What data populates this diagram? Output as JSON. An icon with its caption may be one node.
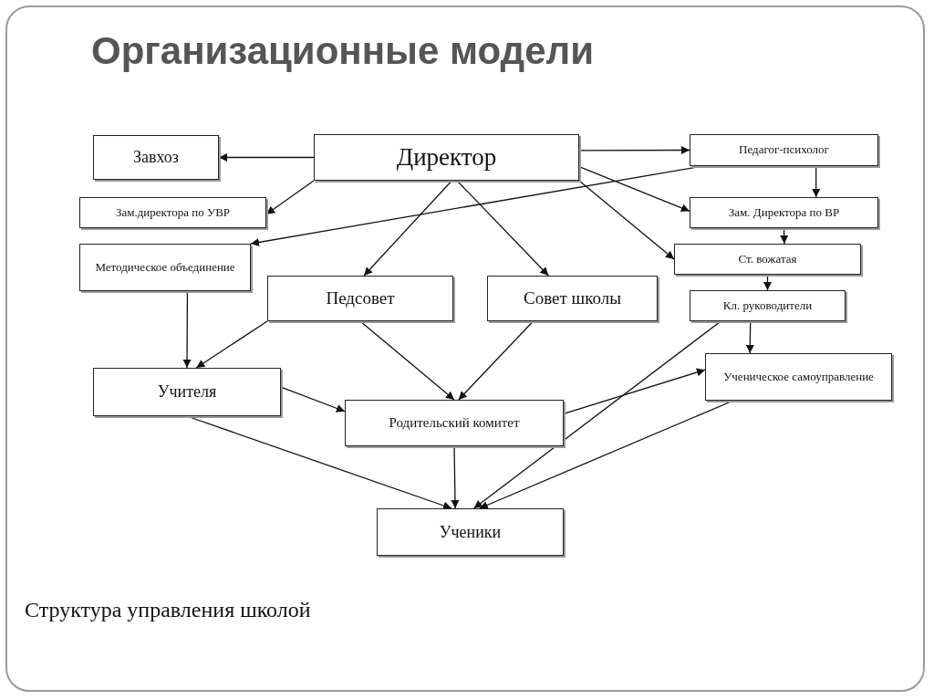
{
  "diagram": {
    "title": "Организационные модели",
    "caption": "Структура управления школой",
    "nodes": [
      {
        "text": [
          "Завхоз"
        ]
      },
      {
        "text": [
          "Директор"
        ]
      },
      {
        "text": [
          "Педагог-психолог"
        ]
      },
      {
        "text": [
          "Зам.директора по УВР"
        ]
      },
      {
        "text": [
          "Зам. Директора по ВР"
        ]
      },
      {
        "text": [
          "Методическое объединение"
        ]
      },
      {
        "text": [
          "Ст. вожатая"
        ]
      },
      {
        "text": [
          "Педсовет"
        ]
      },
      {
        "text": [
          "Совет школы"
        ]
      },
      {
        "text": [
          "Кл. руководители"
        ]
      },
      {
        "text": [
          "Ученическое самоуправление"
        ]
      },
      {
        "text": [
          "Учителя"
        ]
      },
      {
        "text": [
          "Родительский комитет"
        ]
      },
      {
        "text": [
          "Ученики"
        ]
      }
    ],
    "edges": [
      {
        "from": 1,
        "to": 0,
        "arrow": "to"
      },
      {
        "from": 1,
        "to": 3,
        "arrow": "to"
      },
      {
        "from": 1,
        "to": 2,
        "arrow": "to"
      },
      {
        "from": 2,
        "to": 5,
        "arrow": "to"
      },
      {
        "from": 1,
        "to": 4,
        "arrow": "to"
      },
      {
        "from": 1,
        "to": 6,
        "arrow": "to"
      },
      {
        "from": 1,
        "to": 7,
        "arrow": "to"
      },
      {
        "from": 1,
        "to": 8,
        "arrow": "to"
      },
      {
        "from": 2,
        "to": 4,
        "arrow": "to"
      },
      {
        "from": 4,
        "to": 6,
        "arrow": "to"
      },
      {
        "from": 6,
        "to": 9,
        "arrow": "to"
      },
      {
        "from": 9,
        "to": 10,
        "arrow": "to"
      },
      {
        "from": 5,
        "to": 11,
        "arrow": "to"
      },
      {
        "from": 7,
        "to": 11,
        "arrow": "to"
      },
      {
        "from": 7,
        "to": 12,
        "arrow": "to"
      },
      {
        "from": 8,
        "to": 12,
        "arrow": "to"
      },
      {
        "from": 11,
        "to": 12,
        "arrow": "to"
      },
      {
        "from": 12,
        "to": 10,
        "arrow": "to"
      },
      {
        "from": 9,
        "to": 13,
        "arrow": "to"
      },
      {
        "from": 11,
        "to": 13,
        "arrow": "to"
      },
      {
        "from": 12,
        "to": 13,
        "arrow": "to"
      },
      {
        "from": 10,
        "to": 13,
        "arrow": "to"
      }
    ]
  }
}
